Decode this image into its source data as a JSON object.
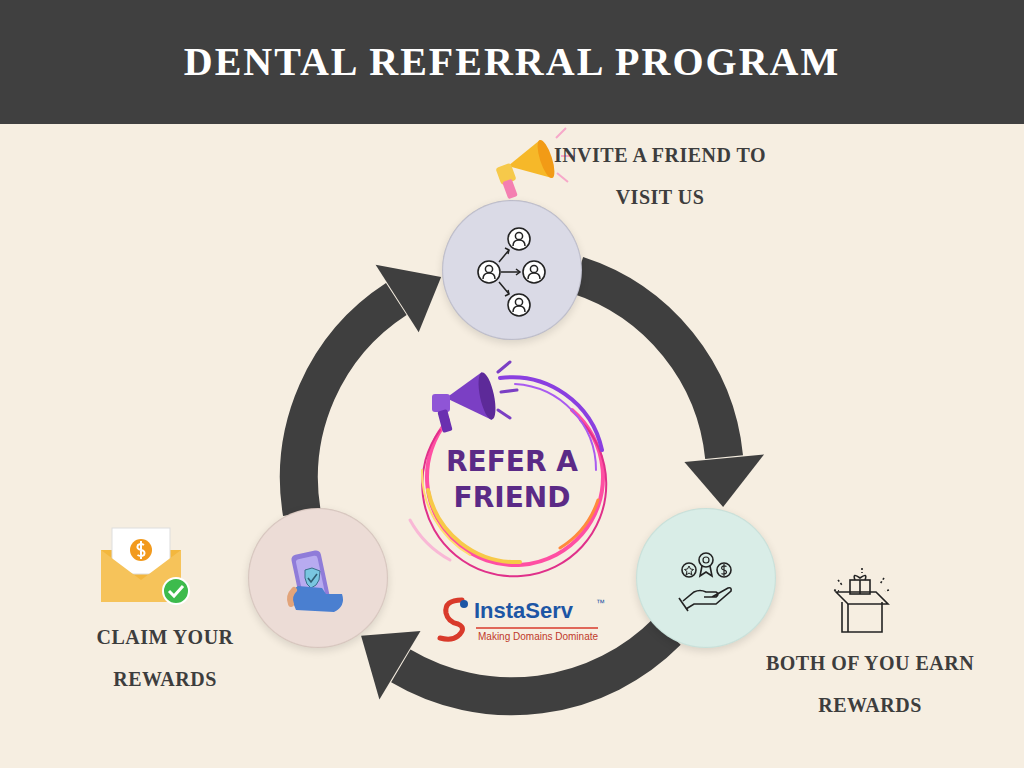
{
  "diagram": {
    "title": "DENTAL REFERRAL PROGRAM",
    "nodes": [
      {
        "text": [
          "INVITE A FRIEND TO VISIT US"
        ]
      },
      {
        "text": [
          "BOTH OF YOU EARN REWARDS"
        ]
      },
      {
        "text": [
          "CLAIM YOUR REWARDS"
        ]
      },
      {
        "text": [
          "REFER A FRIEND"
        ]
      }
    ],
    "edges": [
      {
        "from": 0,
        "to": 1,
        "arrow": "to"
      },
      {
        "from": 1,
        "to": 2,
        "arrow": "to"
      },
      {
        "from": 2,
        "to": 0,
        "arrow": "to"
      }
    ],
    "labels": [
      "InstaServ",
      "™",
      "Making Domains Dominate"
    ]
  }
}
